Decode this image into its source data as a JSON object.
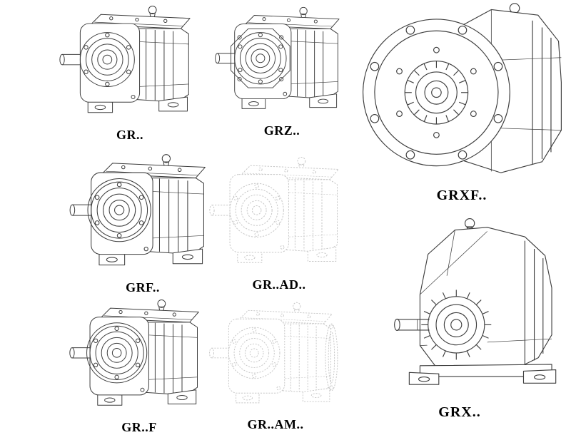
{
  "style": {
    "background": "#ffffff",
    "line_color": "#3d3d3d",
    "ghost_line_color": "#c6c6c6",
    "label_color": "#000000"
  },
  "catalog": {
    "items": [
      {
        "id": "gr",
        "label": "GR..",
        "line_style": "solid"
      },
      {
        "id": "grz",
        "label": "GRZ..",
        "line_style": "solid"
      },
      {
        "id": "grxf",
        "label": "GRXF..",
        "line_style": "solid"
      },
      {
        "id": "grf",
        "label": "GRF..",
        "line_style": "solid"
      },
      {
        "id": "grad",
        "label": "GR..AD..",
        "line_style": "dashed-ghost"
      },
      {
        "id": "grf2",
        "label": "GR..F",
        "line_style": "solid"
      },
      {
        "id": "gram",
        "label": "GR..AM..",
        "line_style": "dashed-ghost"
      },
      {
        "id": "grx",
        "label": "GRX..",
        "line_style": "solid"
      }
    ]
  }
}
